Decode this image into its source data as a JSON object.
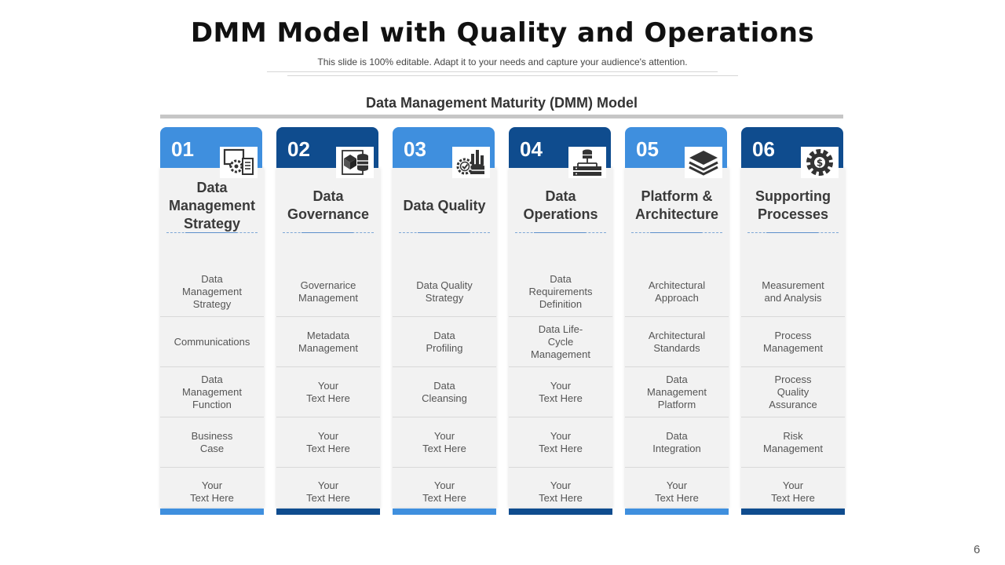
{
  "slide": {
    "title": "DMM Model with Quality and Operations",
    "subtitle": "This slide is 100% editable. Adapt it to your needs and capture your audience's attention.",
    "model_title": "Data Management Maturity (DMM) Model",
    "page_number": "6"
  },
  "colors": {
    "light_blue": "#3f8fde",
    "dark_blue": "#0f4c8e",
    "panel": "#f2f2f2"
  },
  "columns": [
    {
      "number": "01",
      "icon": "strategy-gear-document-icon",
      "title": "Data Management Strategy",
      "items": [
        "Data\nManagement\nStrategy",
        "Communications",
        "Data\nManagement\nFunction",
        "Business\nCase",
        "Your\nText Here"
      ]
    },
    {
      "number": "02",
      "icon": "governance-cube-database-icon",
      "title": "Data Governance",
      "items": [
        "Governarice\nManagement",
        "Metadata\nManagement",
        "Your\nText Here",
        "Your\nText Here",
        "Your\nText Here"
      ]
    },
    {
      "number": "03",
      "icon": "quality-database-chart-icon",
      "title": "Data Quality",
      "items": [
        "Data Quality\nStrategy",
        "Data\nProfiling",
        "Data\nCleansing",
        "Your\nText Here",
        "Your\nText Here"
      ]
    },
    {
      "number": "04",
      "icon": "operations-network-server-icon",
      "title": "Data Operations",
      "items": [
        "Data Requirements\nDefinition",
        "Data Life-\nCycle\nManagement",
        "Your\nText Here",
        "Your\nText Here",
        "Your\nText Here"
      ]
    },
    {
      "number": "05",
      "icon": "layers-stack-icon",
      "title": "Platform & Architecture",
      "items": [
        "Architectural\nApproach",
        "Architectural\nStandards",
        "Data\nManagement\nPlatform",
        "Data\nIntegration",
        "Your\nText Here"
      ]
    },
    {
      "number": "06",
      "icon": "gear-dollar-icon",
      "title": "Supporting Processes",
      "items": [
        "Measurement\nand Analysis",
        "Process\nManagement",
        "Process\nQuality\nAssurance",
        "Risk\nManagement",
        "Your\nText Here"
      ]
    }
  ]
}
